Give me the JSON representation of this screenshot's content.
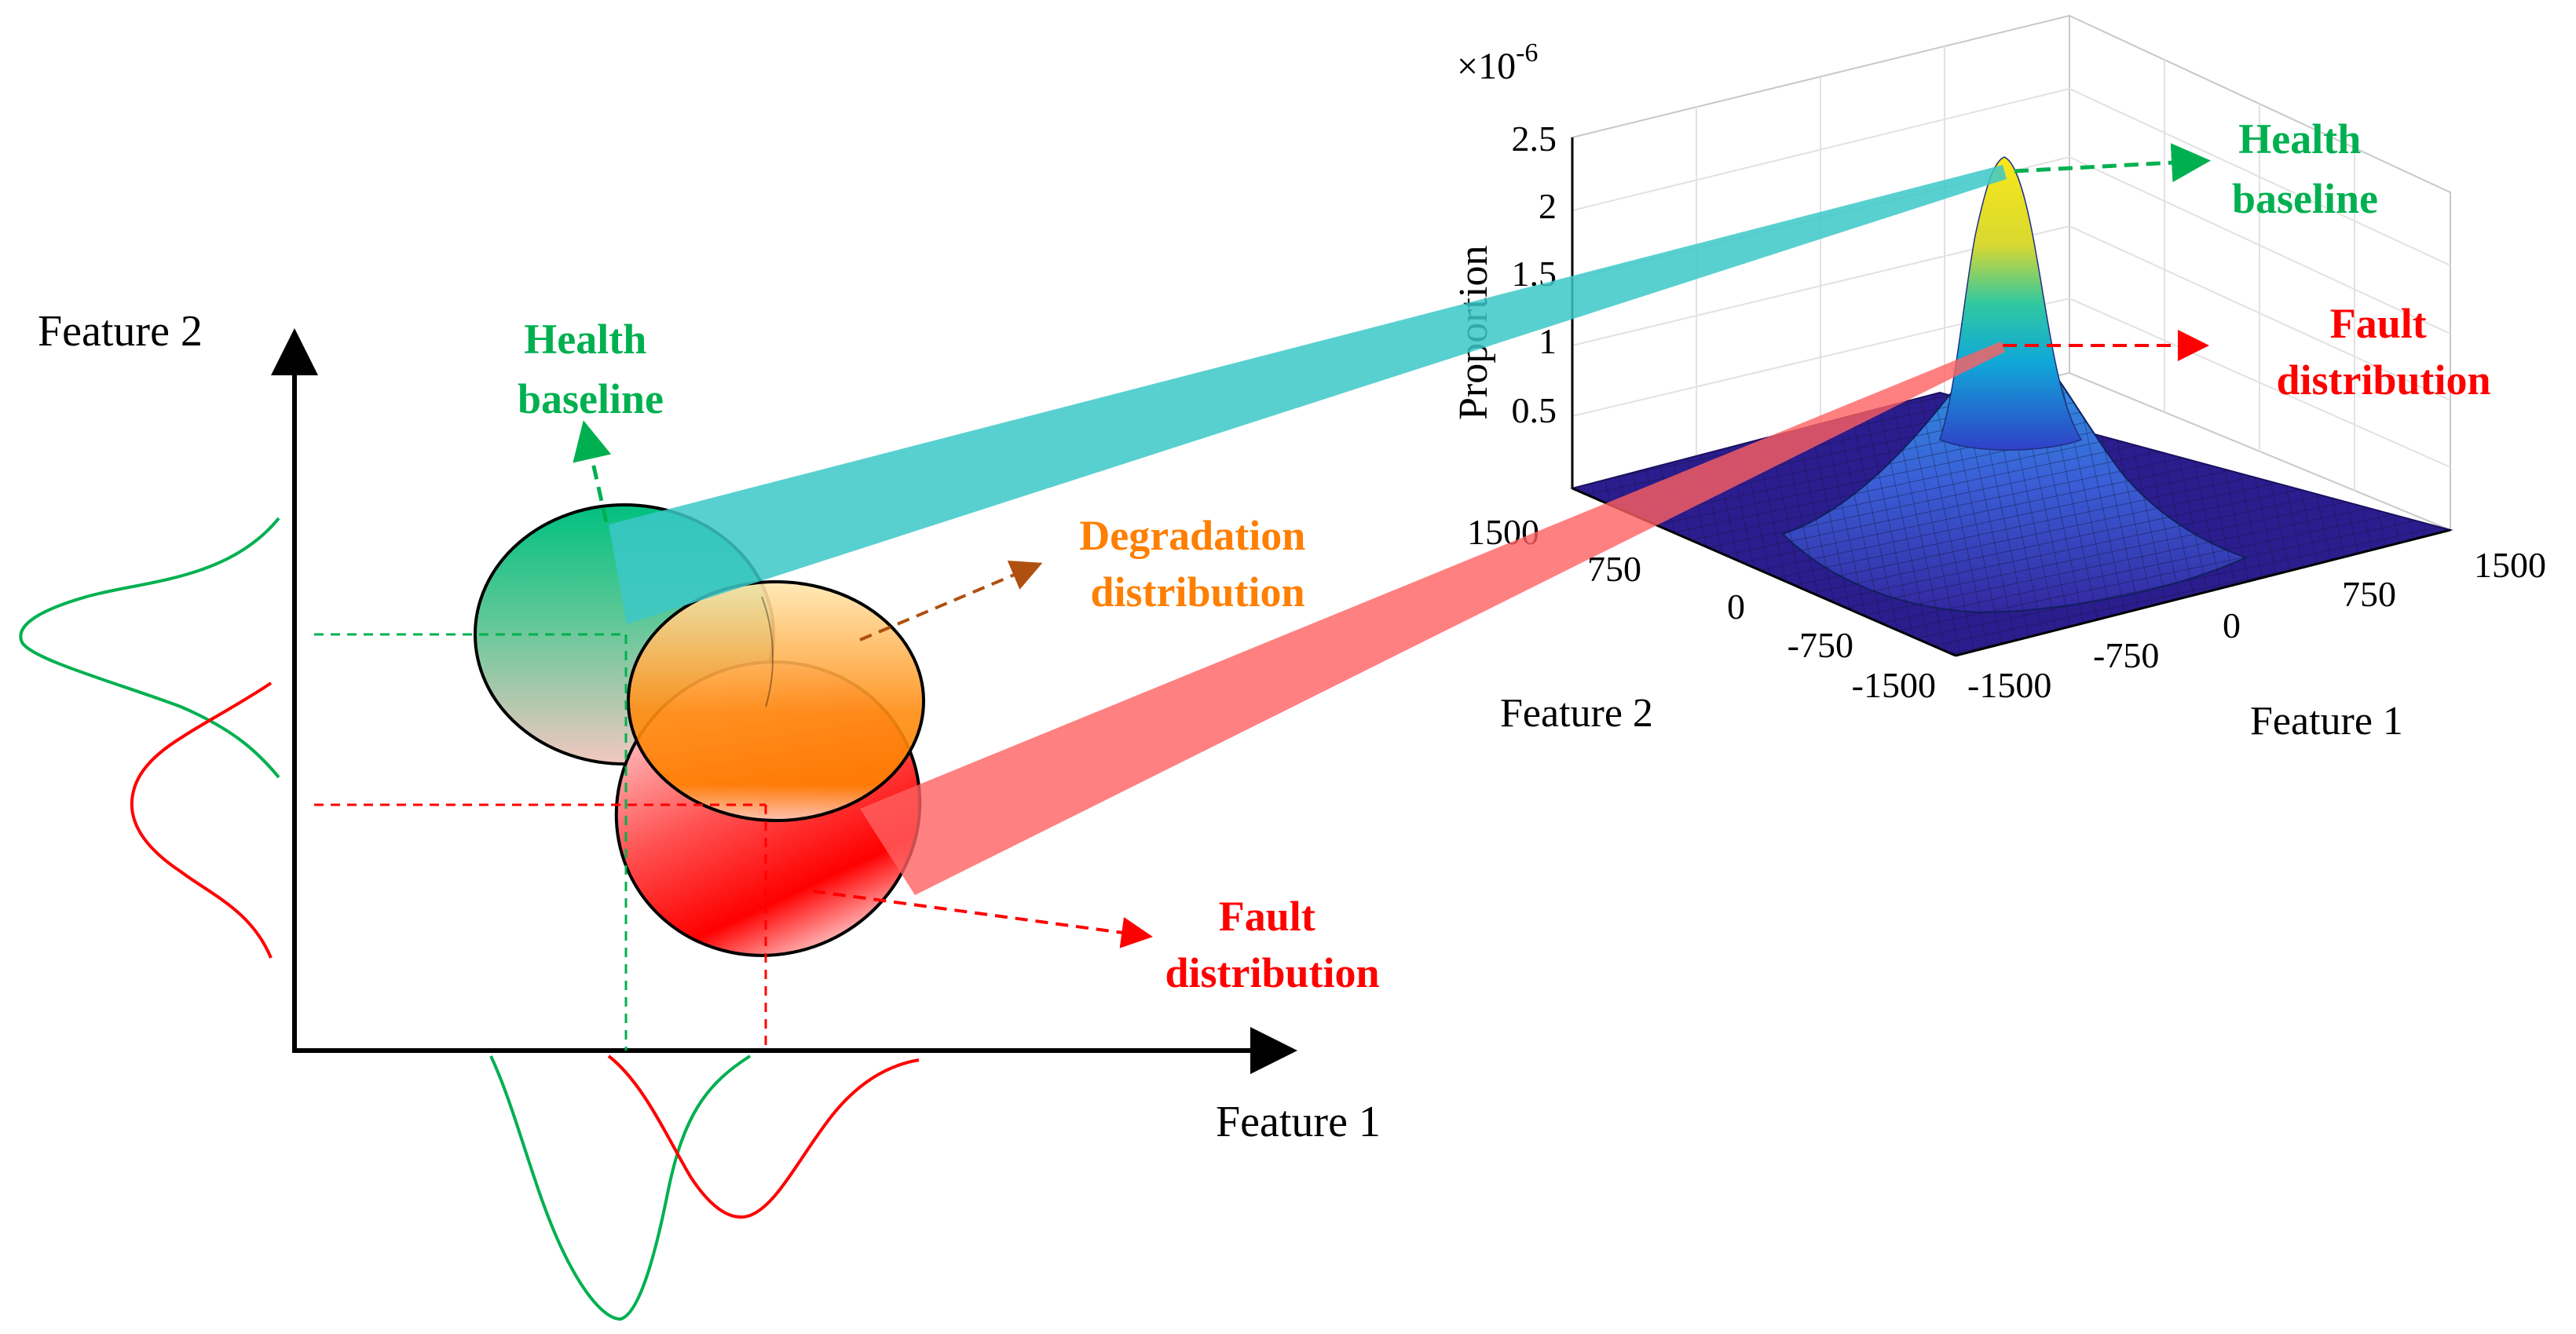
{
  "left_plot": {
    "x_axis_label": "Feature 1",
    "y_axis_label": "Feature 2"
  },
  "annotations": {
    "health_baseline_left": [
      "Health",
      "baseline"
    ],
    "degradation": [
      "Degradation",
      "distribution"
    ],
    "fault_left": [
      "Fault",
      "distribution"
    ],
    "health_baseline_right": [
      "Health",
      "baseline"
    ],
    "fault_right": [
      "Fault",
      "distribution"
    ]
  },
  "surface_plot": {
    "scale_base": "×10",
    "scale_exponent": "-6",
    "z_label": "Proportion",
    "z_ticks": [
      "2.5",
      "2",
      "1.5",
      "1",
      "0.5"
    ],
    "feature2_ticks": [
      "1500",
      "750",
      "0",
      "-750",
      "-1500"
    ],
    "feature1_ticks": [
      "-1500",
      "-750",
      "0",
      "750",
      "1500"
    ],
    "feature1_label": "Feature 1",
    "feature2_label": "Feature 2"
  },
  "colors": {
    "health": "#00b050",
    "degradation": "#ff7f00",
    "fault": "#ff0000",
    "health_beam": "#3cc8c8",
    "fault_beam": "#ff6060",
    "surface_base": "#2b1d8e",
    "degradation_arrow": "#b05010"
  }
}
